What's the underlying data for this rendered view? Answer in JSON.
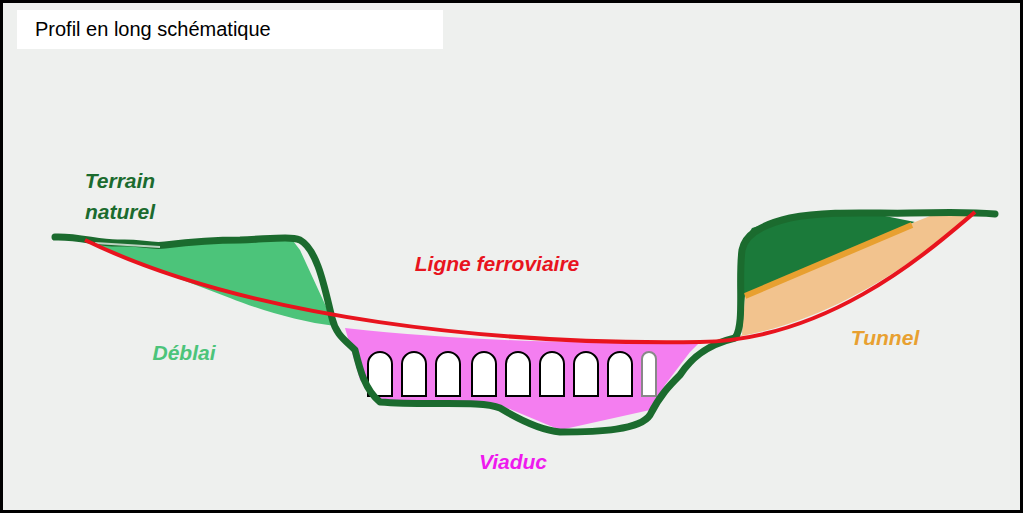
{
  "diagram": {
    "title": "Profil en long schématique",
    "labels": [
      "Terrain naturel",
      "Ligne ferroviaire",
      "Déblai",
      "Viaduc",
      "Tunnel"
    ]
  }
}
